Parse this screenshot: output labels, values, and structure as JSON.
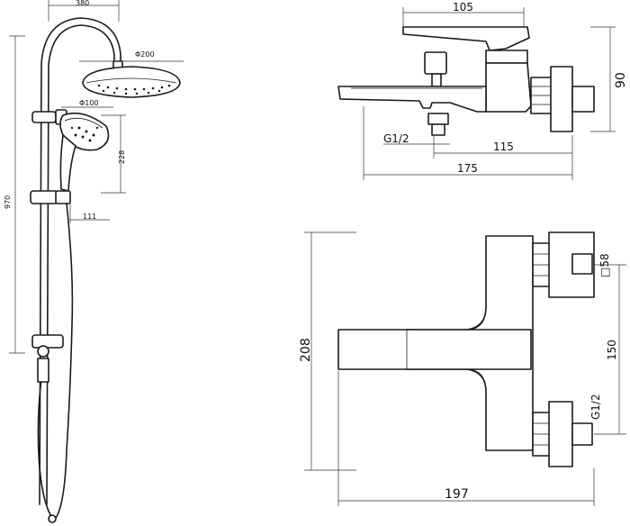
{
  "shower_column": {
    "labels": {
      "top_width": "380",
      "head_diameter": "Φ200",
      "hand_diameter": "Φ100",
      "hand_drop": "228",
      "total_height": "970",
      "hand_offset": "111"
    }
  },
  "mixer_side": {
    "labels": {
      "top_length": "105",
      "height": "90",
      "thread": "G1/2",
      "outlet_offset": "115",
      "total_length": "175"
    }
  },
  "mixer_top": {
    "labels": {
      "depth": "208",
      "width": "197",
      "nut_size": "□58",
      "center_distance": "150",
      "thread": "G1/2"
    }
  },
  "colors": {
    "stroke": "#1a1a1a",
    "background": "#ffffff"
  }
}
